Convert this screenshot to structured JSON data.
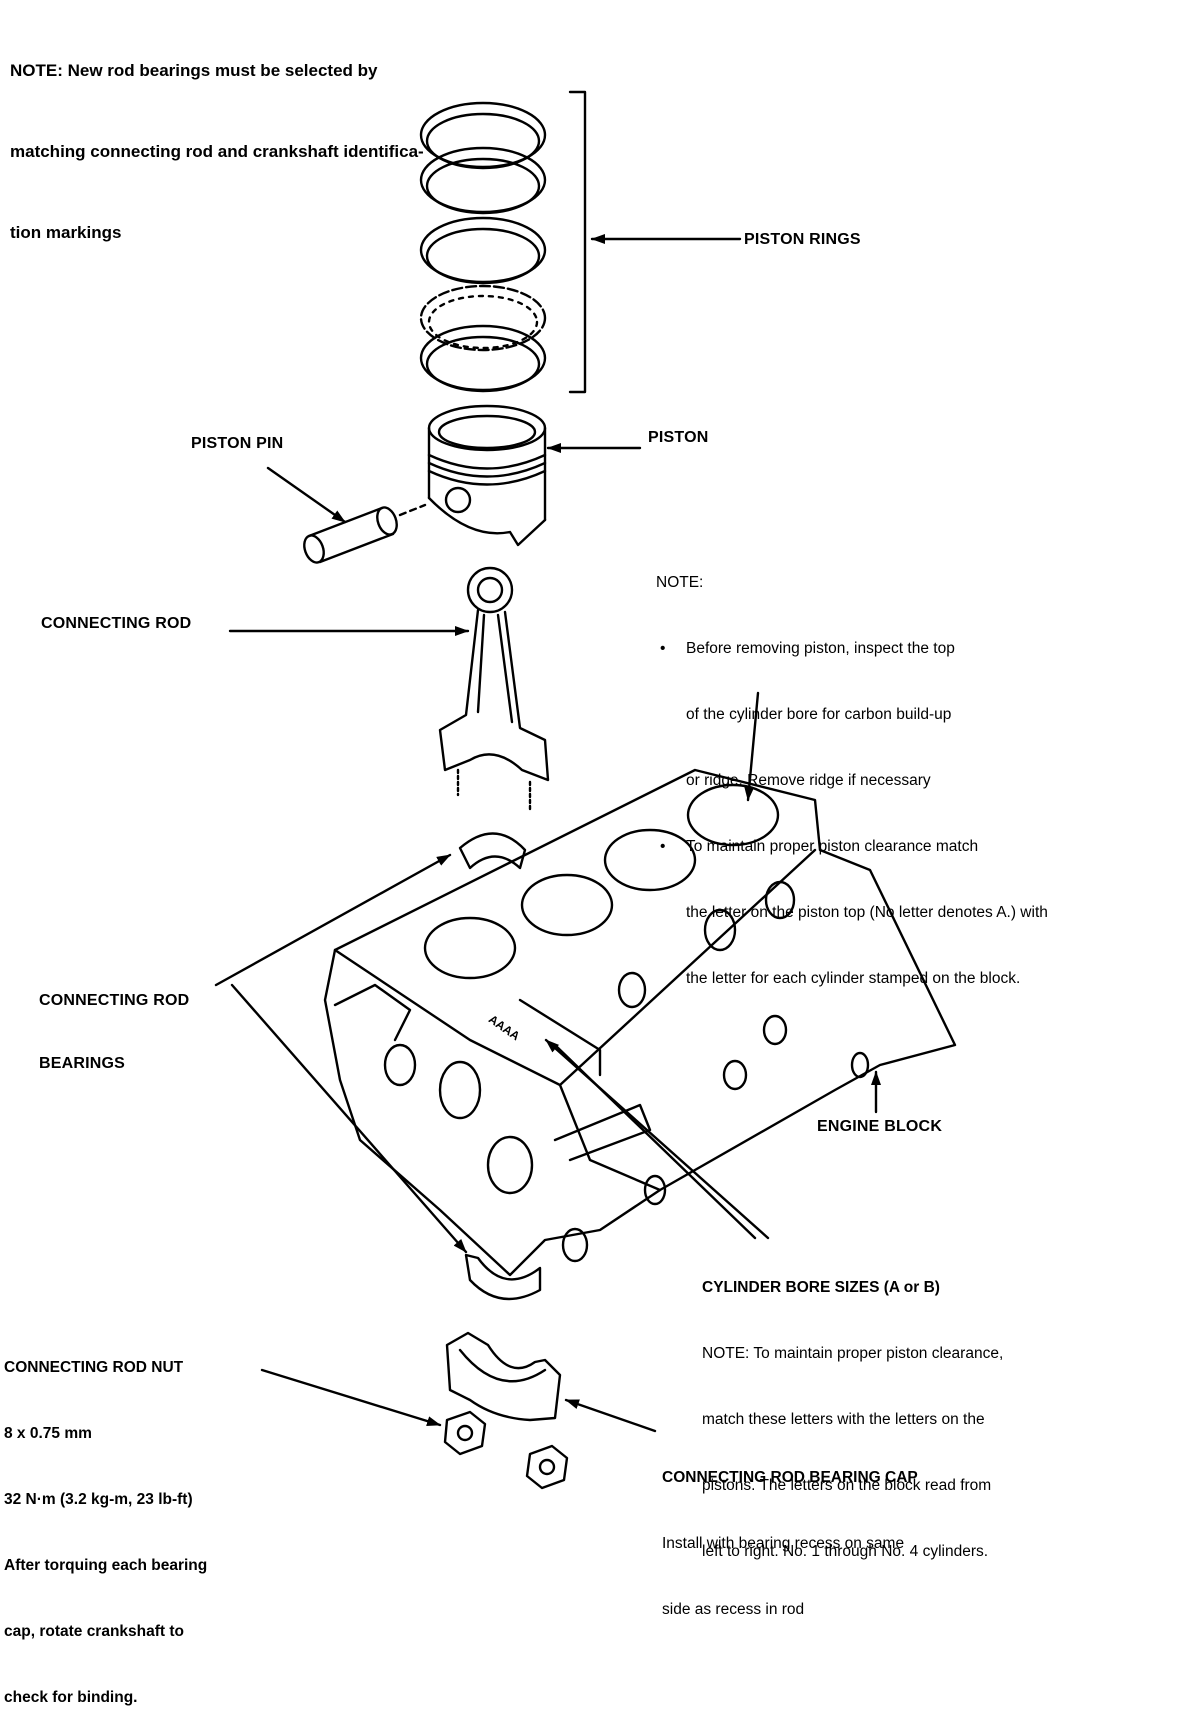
{
  "top_note": {
    "lines": [
      "NOTE: New rod bearings must be selected by",
      "matching connecting rod and crankshaft identifica-",
      "tion markings"
    ]
  },
  "labels": {
    "piston_rings": "PISTON RINGS",
    "piston": "PISTON",
    "piston_pin": "PISTON PIN",
    "connecting_rod": "CONNECTING ROD",
    "connecting_rod_bearings_1": "CONNECTING ROD",
    "connecting_rod_bearings_2": "BEARINGS",
    "engine_block": "ENGINE BLOCK",
    "block_stamp": "AAAA"
  },
  "piston_note": {
    "heading": "NOTE:",
    "bullet_1": {
      "marker": "•",
      "lines": [
        "Before removing piston, inspect the top",
        "of the cylinder bore for carbon build-up",
        "or ridge. Remove ridge if necessary"
      ]
    },
    "bullet_2": {
      "marker": "•",
      "lines": [
        "To maintain proper piston clearance match",
        "the letter on the piston top (No letter denotes A.) with",
        "the letter for each cylinder stamped on the block."
      ]
    }
  },
  "bore_sizes": {
    "title": "CYLINDER BORE SIZES (A or B)",
    "lines": [
      "NOTE: To maintain proper piston clearance,",
      "match these letters with the letters on the",
      "pistons. The letters on the block read from",
      "left to right. No. 1 through No. 4 cylinders."
    ]
  },
  "rod_nut": {
    "title": "CONNECTING ROD NUT",
    "size": "8 x 0.75 mm",
    "torque": "32 N·m (3.2 kg-m, 23 lb-ft)",
    "lines": [
      "After torquing each bearing",
      "cap, rotate crankshaft to",
      "check for binding."
    ]
  },
  "bearing_cap": {
    "title": "CONNECTING ROD BEARING CAP",
    "lines": [
      "Install with bearing recess on same",
      "side as recess in rod"
    ]
  }
}
